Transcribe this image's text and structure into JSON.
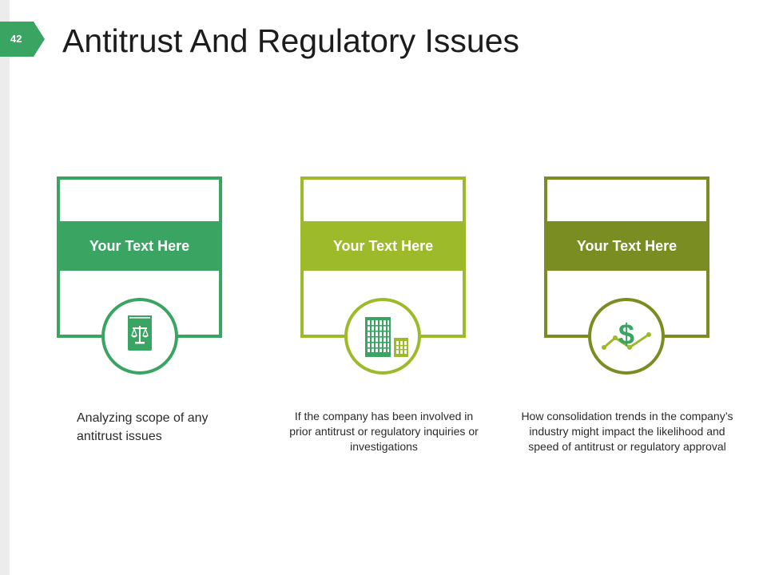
{
  "slide": {
    "number": "42",
    "title": "Antitrust And Regulatory Issues"
  },
  "colors": {
    "green": "#3aa463",
    "lime": "#9dba2b",
    "olive": "#7a8d22"
  },
  "cards": [
    {
      "label": "Your Text Here",
      "icon": "law-book-scales-icon",
      "description": "Analyzing scope of any antitrust issues"
    },
    {
      "label": "Your Text Here",
      "icon": "office-buildings-icon",
      "description": "If the company has been involved in prior antitrust or regulatory inquiries or investigations"
    },
    {
      "label": "Your Text Here",
      "icon": "dollar-trend-icon",
      "description": "How consolidation trends in the company’s industry might impact the likelihood and speed of antitrust or regulatory approval"
    }
  ]
}
